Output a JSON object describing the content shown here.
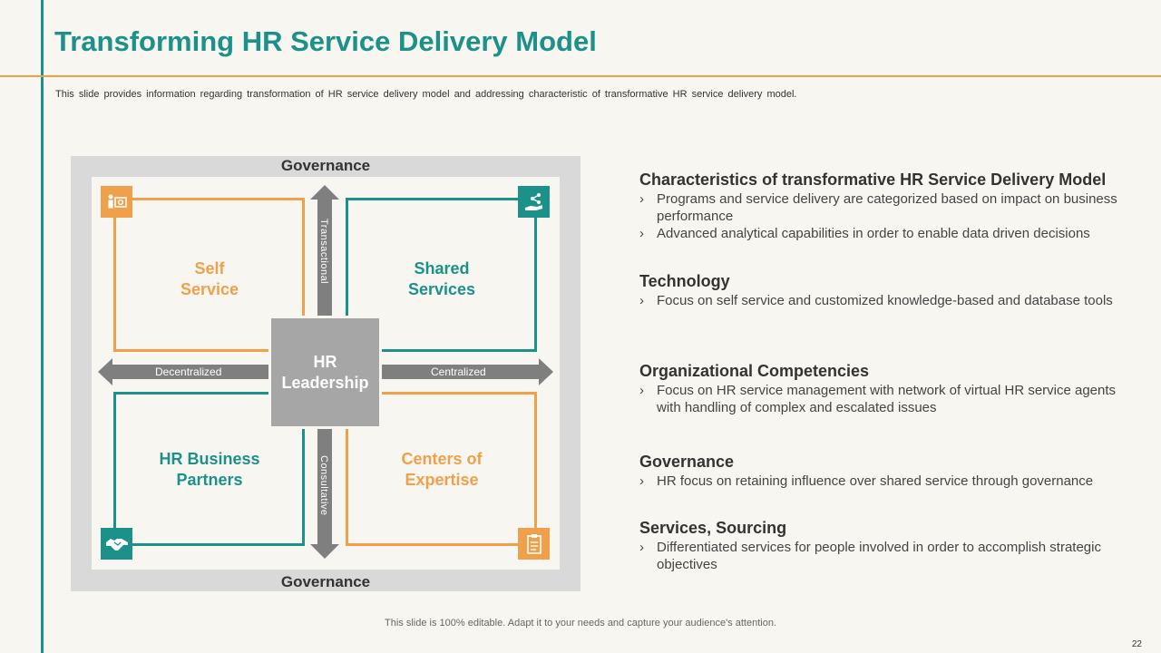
{
  "slide": {
    "title": "Transforming HR Service Delivery Model",
    "subtitle": "This slide provides information regarding transformation of HR service delivery model and addressing characteristic of transformative HR service delivery model.",
    "footer": "This slide is 100% editable. Adapt it to your needs and capture your audience's attention.",
    "page_number": "22"
  },
  "diagram": {
    "top_label": "Governance",
    "bottom_label": "Governance",
    "center_line1": "HR",
    "center_line2": "Leadership",
    "axis_left": "Decentralized",
    "axis_right": "Centralized",
    "axis_top": "Transactional",
    "axis_bottom": "Consultative",
    "quadrants": {
      "top_left": {
        "line1": "Self",
        "line2": "Service",
        "icon": "person-money-icon"
      },
      "top_right": {
        "line1": "Shared",
        "line2": "Services",
        "icon": "hand-share-icon"
      },
      "bottom_left": {
        "line1": "HR Business",
        "line2": "Partners",
        "icon": "handshake-icon"
      },
      "bottom_right": {
        "line1": "Centers of",
        "line2": "Expertise",
        "icon": "clipboard-icon"
      }
    },
    "colors": {
      "teal": "#1b9189",
      "orange": "#f0a04b",
      "gray": "#7f7f7f"
    }
  },
  "sections": [
    {
      "heading": "Characteristics of transformative HR Service Delivery Model",
      "bullets": [
        "Programs and service delivery are categorized based on impact on business performance",
        "Advanced analytical capabilities in order to enable data driven decisions"
      ]
    },
    {
      "heading": "Technology",
      "bullets": [
        "Focus on self service and customized knowledge-based and database tools"
      ]
    },
    {
      "heading": "Organizational Competencies",
      "bullets": [
        "Focus on HR service management with network of virtual HR service agents with handling of complex and escalated issues"
      ]
    },
    {
      "heading": "Governance",
      "bullets": [
        "HR focus on retaining influence over shared service through governance"
      ]
    },
    {
      "heading": "Services, Sourcing",
      "bullets": [
        "Differentiated services for people involved in order to accomplish strategic objectives"
      ]
    }
  ],
  "bullet_glyph": "›"
}
